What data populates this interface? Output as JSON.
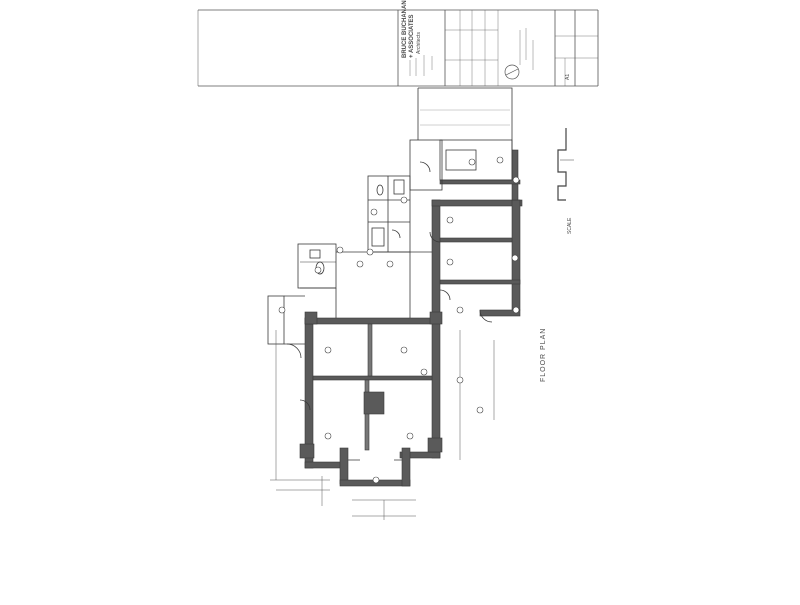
{
  "drawing": {
    "plan_title": "FLOOR PLAN",
    "scale_label": "SCALE",
    "title_block": {
      "firm_name": "BRUCE BUCHANAN",
      "firm_name_2": "+ ASSOCIATES",
      "firm_role": "Architects",
      "sheet_ref": "A1"
    }
  },
  "colors": {
    "line": "#3a3a3a",
    "wall_fill": "#5a5a5a",
    "paper": "#ffffff"
  }
}
